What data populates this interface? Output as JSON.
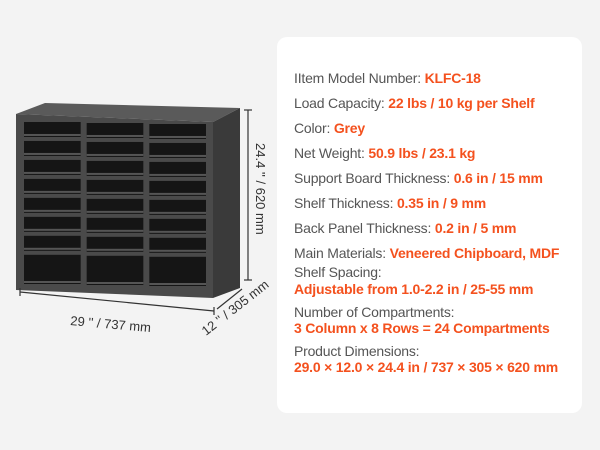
{
  "product": {
    "width_label": "29 '' / 737 mm",
    "height_label": "24.4 '' / 620 mm",
    "depth_label": "12 '' / 305 mm",
    "columns": 3,
    "rows": 8
  },
  "specs": [
    {
      "label": "IItem Model Number: ",
      "value": "KLFC-18"
    },
    {
      "label": "Load Capacity: ",
      "value": "22 lbs / 10 kg per Shelf"
    },
    {
      "label": "Color: ",
      "value": "Grey"
    },
    {
      "label": "Net Weight: ",
      "value": "50.9 lbs / 23.1 kg"
    },
    {
      "label": "Support Board Thickness: ",
      "value": "0.6 in / 15 mm"
    },
    {
      "label": "Shelf Thickness: ",
      "value": "0.35 in / 9 mm"
    },
    {
      "label": "Back Panel Thickness: ",
      "value": "0.2 in / 5 mm"
    },
    {
      "label": "Main Materials: ",
      "value": "Veneered Chipboard, MDF"
    },
    {
      "label": "Shelf Spacing:",
      "value": "Adjustable from 1.0-2.2 in / 25-55 mm"
    },
    {
      "label": "Number of Compartments:",
      "value": "3 Column x 8 Rows = 24 Compartments"
    },
    {
      "label": "Product Dimensions:",
      "value": "29.0 × 12.0 × 24.4 in / 737 × 305 × 620 mm"
    }
  ],
  "colors": {
    "accent": "#f4511e",
    "label": "#555555",
    "cabinet": "#2b2b2b"
  }
}
